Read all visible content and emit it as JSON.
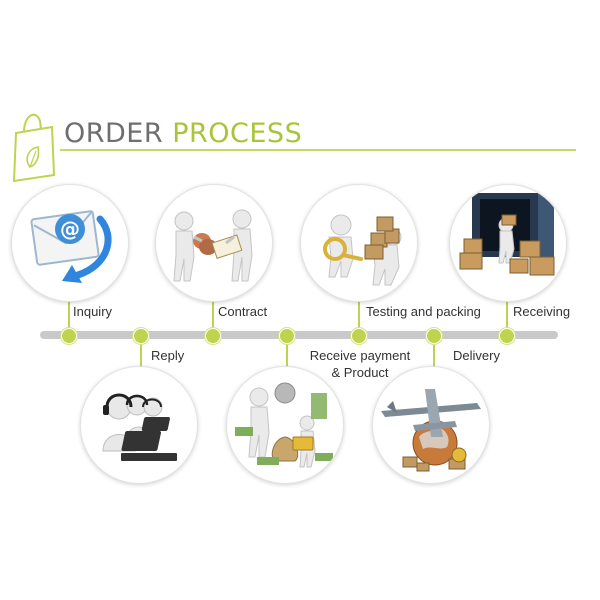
{
  "header": {
    "title_part1": "ORDER ",
    "title_part2": "PROCESS"
  },
  "colors": {
    "accent": "#bfd34e",
    "title_gray": "#6e6e6e",
    "title_green": "#a9c43a",
    "timeline": "#c9c9c9"
  },
  "steps": [
    {
      "label": "Inquiry",
      "icon": "email-icon"
    },
    {
      "label": "Reply",
      "icon": "call-center-icon"
    },
    {
      "label": "Contract",
      "icon": "handshake-contract-icon"
    },
    {
      "label_line1": "Receive payment",
      "label_line2": "& Product",
      "icon": "payment-icon"
    },
    {
      "label": "Testing and packing",
      "icon": "testing-packing-icon"
    },
    {
      "label": "Delivery",
      "icon": "airplane-globe-icon"
    },
    {
      "label": "Receiving",
      "icon": "container-boxes-icon"
    }
  ]
}
